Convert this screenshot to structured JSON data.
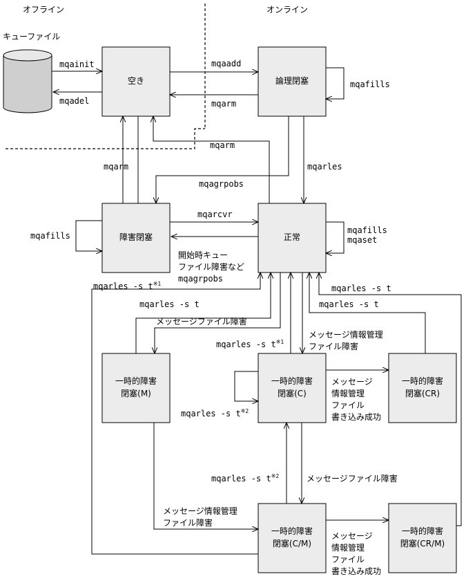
{
  "regions": {
    "offline": "オフライン",
    "online": "オンライン"
  },
  "queue_file": {
    "label": "キューファイル"
  },
  "states": {
    "empty": "空き",
    "logical_blocked": "論理閉塞",
    "fault_blocked": "障害閉塞",
    "normal": "正常",
    "temp_m": [
      "一時的障害",
      "閉塞(M)"
    ],
    "temp_c": [
      "一時的障害",
      "閉塞(C)"
    ],
    "temp_cr": [
      "一時的障害",
      "閉塞(CR)"
    ],
    "temp_cm": [
      "一時的障害",
      "閉塞(C/M)"
    ],
    "temp_crm": [
      "一時的障害",
      "閉塞(CR/M)"
    ]
  },
  "transitions": {
    "mqainit": "mqainit",
    "mqadel": "mqadel",
    "mqaadd": "mqaadd",
    "mqarm_to_empty": "mqarm",
    "mqafills_logical": "mqafills",
    "mqarm_normal_to_empty": "mqarm",
    "mqarm_left": "mqarm",
    "mqagrpobs": "mqagrpobs",
    "mqarles": "mqarles",
    "mqarcvr": "mqarcvr",
    "mqafills_fault": "mqafills",
    "normal_self": [
      "mqafills",
      "mqaset"
    ],
    "to_fault_note": [
      "開始時キュー",
      "ファイル障害など",
      "mqagrpobs"
    ],
    "mqarles_st_outer": {
      "text": "mqarles -s t",
      "note": "※1"
    },
    "mqarles_st_from_m": "mqarles -s t",
    "mqarles_st_from_crm": "mqarles -s t",
    "mqarles_st_from_cr": "mqarles -s t",
    "msg_file_fault_to_m": "メッセージファイル障害",
    "msg_info_fault_to_c": [
      "メッセージ情報管理",
      "ファイル障害"
    ],
    "mqarles_st_c_to_normal": {
      "text": "mqarles -s t",
      "note": "※1"
    },
    "mqarles_st_c_self": {
      "text": "mqarles -s t",
      "note": "※2"
    },
    "write_success_c": [
      "メッセージ",
      "情報管理",
      "ファイル",
      "書き込み成功"
    ],
    "mqarles_st_cm_to_c": {
      "text": "mqarles -s t",
      "note": "※2"
    },
    "msg_file_fault_c_to_cm": "メッセージファイル障害",
    "msg_info_fault_m_to_cm": [
      "メッセージ情報管理",
      "ファイル障害"
    ],
    "write_success_cm": [
      "メッセージ",
      "情報管理",
      "ファイル",
      "書き込み成功"
    ]
  }
}
